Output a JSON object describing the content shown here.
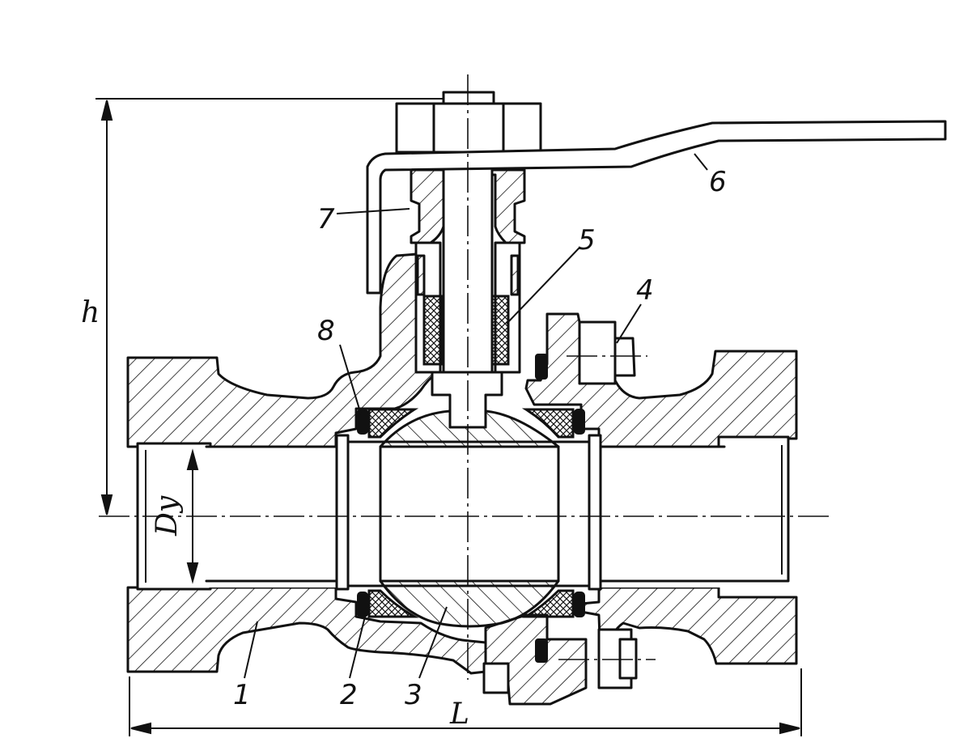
{
  "callouts": [
    {
      "id": "1",
      "text": "1"
    },
    {
      "id": "2",
      "text": "2"
    },
    {
      "id": "3",
      "text": "3"
    },
    {
      "id": "4",
      "text": "4"
    },
    {
      "id": "5",
      "text": "5"
    },
    {
      "id": "6",
      "text": "6"
    },
    {
      "id": "7",
      "text": "7"
    },
    {
      "id": "8",
      "text": "8"
    }
  ],
  "dimensions": {
    "height": "h",
    "length": "L",
    "nominal_diameter": "Dy"
  },
  "colors": {
    "ink": "#111111",
    "paper": "#ffffff"
  }
}
